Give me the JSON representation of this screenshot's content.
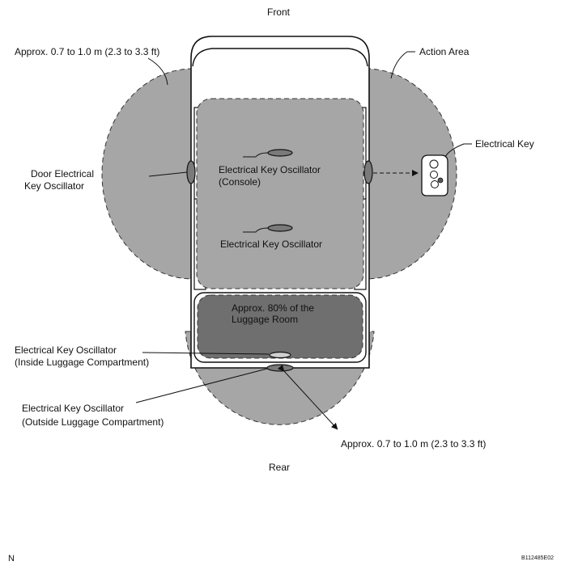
{
  "labels": {
    "front": "Front",
    "rear": "Rear",
    "approx_top": "Approx. 0.7 to 1.0 m (2.3 to 3.3 ft)",
    "action_area": "Action Area",
    "electrical_key": "Electrical Key",
    "door_osc_line1": "Door Electrical",
    "door_osc_line2": "Key Oscillator",
    "console_osc_line1": "Electrical Key Oscillator",
    "console_osc_line2": "(Console)",
    "center_osc": "Electrical Key Oscillator",
    "luggage_area_line1": "Approx. 80% of the",
    "luggage_area_line2": "Luggage Room",
    "inside_osc_line1": "Electrical Key Oscillator",
    "inside_osc_line2": "(Inside Luggage Compartment)",
    "outside_osc_line1": "Electrical Key Oscillator",
    "outside_osc_line2": "(Outside Luggage Compartment)",
    "approx_bottom": "Approx. 0.7 to 1.0 m (2.3 to 3.3 ft)",
    "corner_left": "N",
    "corner_right": "B112485E02"
  },
  "colors": {
    "area_fill": "#a6a6a6",
    "luggage_fill": "#6f6f6f",
    "oscillator_fill": "#7a7a7a",
    "line": "#222222"
  }
}
